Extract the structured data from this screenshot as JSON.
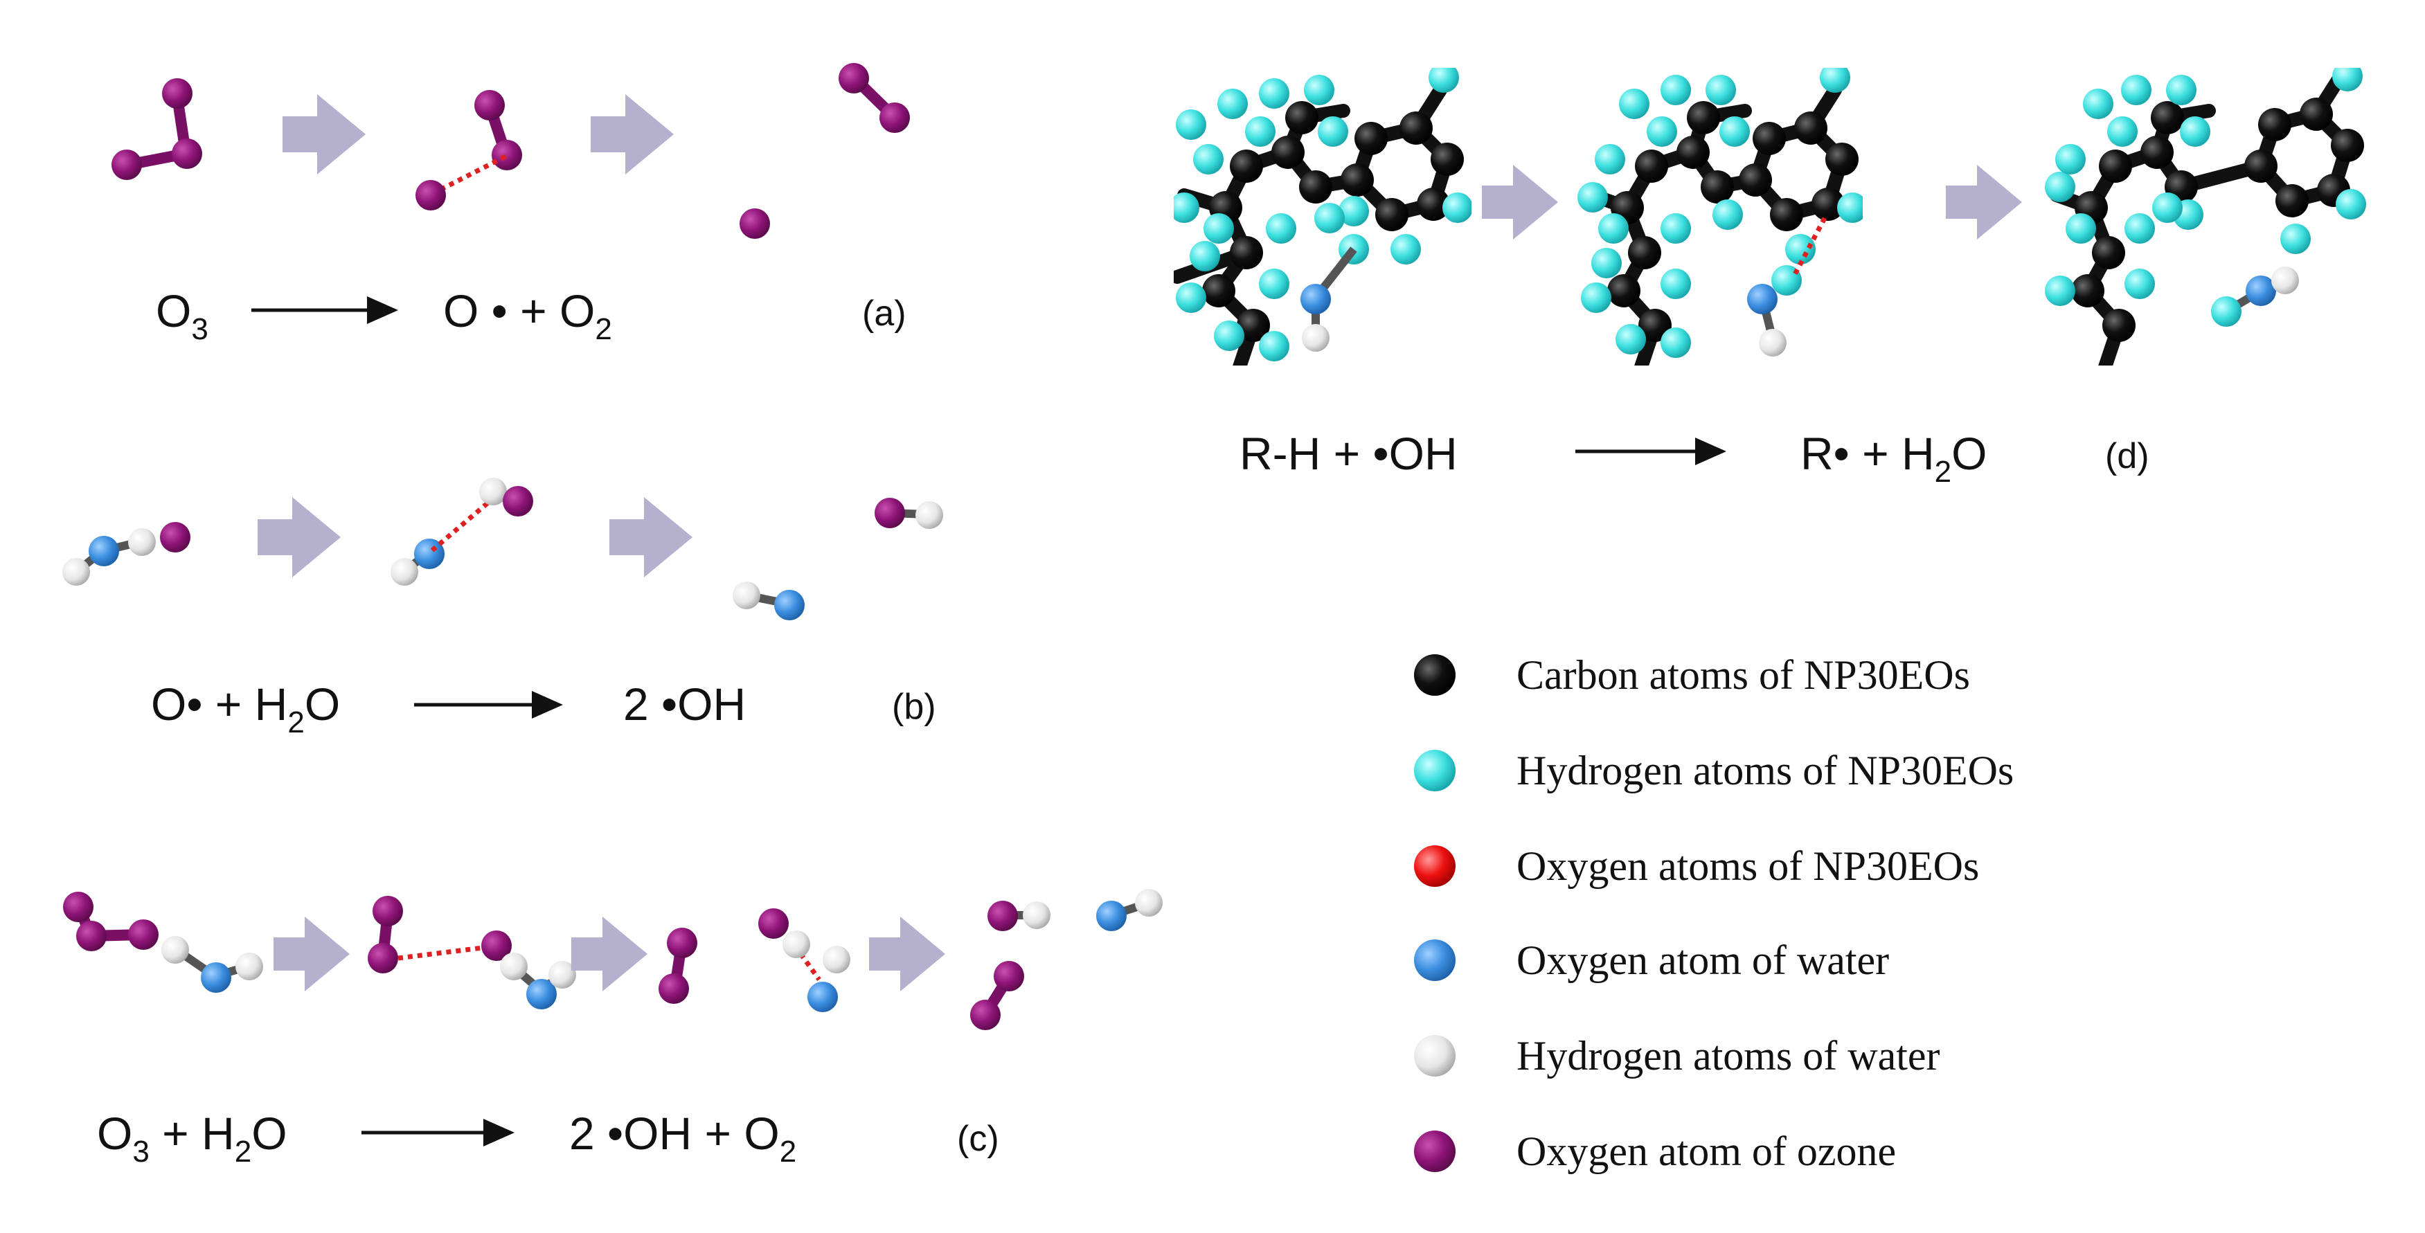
{
  "colors": {
    "ozone_oxygen": "#8e1477",
    "water_oxygen": "#3b8ee0",
    "water_hydrogen": "#e6e6e6",
    "np_carbon": "#111111",
    "np_hydrogen": "#3ee0e0",
    "np_oxygen": "#ee1111",
    "arrow": "#b4b0cd",
    "dotted_bond": "#e02020"
  },
  "panels": {
    "a": {
      "label": "(a)",
      "eq": {
        "t1": "O",
        "t1_sub": "3",
        "t2": "O •  +  O",
        "t2_sub": "2"
      }
    },
    "b": {
      "label": "(b)",
      "eq": {
        "t1": "O•  +  H",
        "t1_sub": "2",
        "t1_rest": "O",
        "t2": "2 •OH"
      }
    },
    "c": {
      "label": "(c)",
      "eq": {
        "t1": "O",
        "t1_sub": "3",
        "t1_rest": "  +  H",
        "t1_sub2": "2",
        "t1_rest2": "O",
        "t2": "2 •OH  +  O",
        "t2_sub": "2"
      }
    },
    "d": {
      "label": "(d)",
      "eq": {
        "t1": "R-H  +  •OH",
        "t2": "R•  +  H",
        "t2_sub": "2",
        "t2_rest": "O"
      }
    }
  },
  "legend": [
    {
      "icon": "carbon-atom-icon",
      "color": "#111111",
      "text": "Carbon atoms of NP30EOs"
    },
    {
      "icon": "np-hydrogen-atom-icon",
      "color": "#3ee0e0",
      "text": "Hydrogen atoms of NP30EOs"
    },
    {
      "icon": "np-oxygen-atom-icon",
      "color": "#ee1111",
      "text": "Oxygen atoms of NP30EOs"
    },
    {
      "icon": "water-oxygen-atom-icon",
      "color": "#3b8ee0",
      "text": "Oxygen atom of water"
    },
    {
      "icon": "water-hydrogen-atom-icon",
      "color": "#e6e6e6",
      "text": "Hydrogen atoms of water"
    },
    {
      "icon": "ozone-oxygen-atom-icon",
      "color": "#8e1477",
      "text": "Oxygen atom of ozone"
    }
  ]
}
